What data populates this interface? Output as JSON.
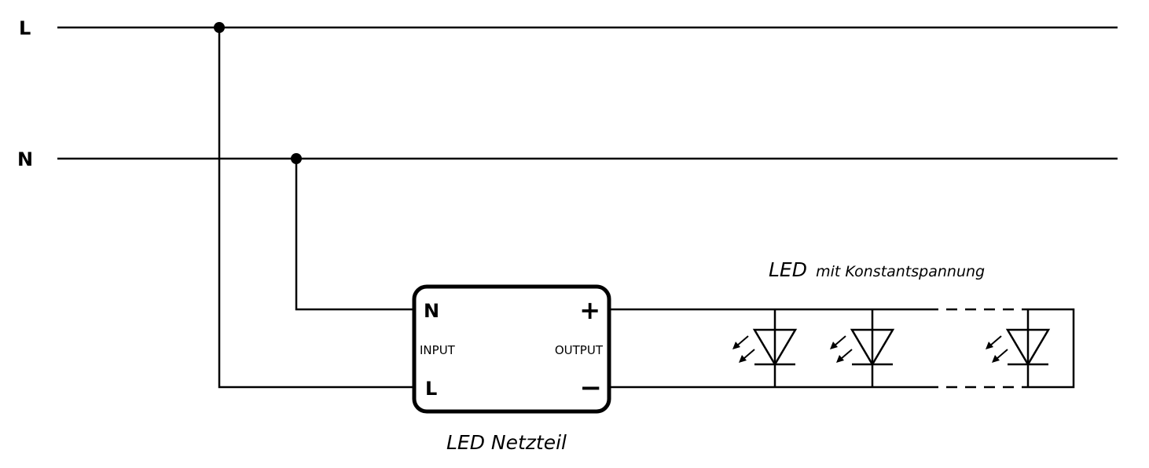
{
  "rails": {
    "line_label": "L",
    "neutral_label": "N"
  },
  "power_supply": {
    "input_n": "N",
    "input_l": "L",
    "input_caption": "INPUT",
    "output_plus": "+",
    "output_minus": "−",
    "output_caption": "OUTPUT",
    "name": "LED Netzteil"
  },
  "led_strip": {
    "title_led": "LED",
    "title_rest": "mit Konstantspannung",
    "led_count": 3
  },
  "colors": {
    "line": "#000000",
    "background": "#ffffff"
  }
}
